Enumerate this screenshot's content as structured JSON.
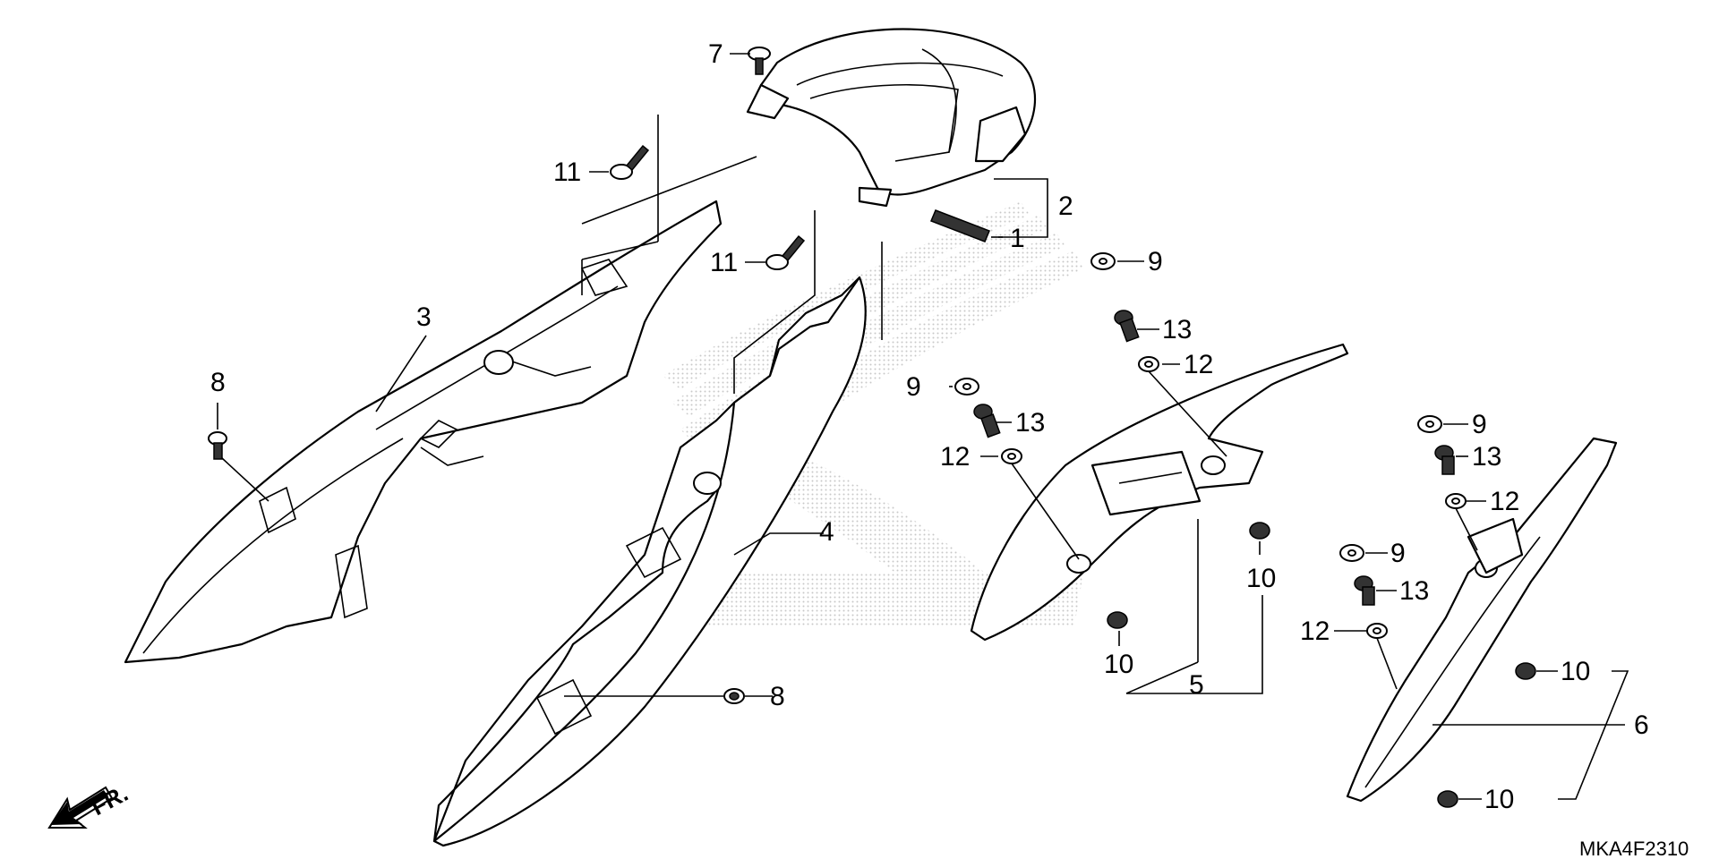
{
  "diagram": {
    "drawing_code": "MKA4F2310",
    "direction_label": "FR.",
    "callouts": {
      "c1": "1",
      "c2": "2",
      "c3": "3",
      "c4": "4",
      "c5": "5",
      "c6": "6",
      "c7": "7",
      "c8a": "8",
      "c8b": "8",
      "c9a": "9",
      "c9b": "9",
      "c9c": "9",
      "c9d": "9",
      "c10a": "10",
      "c10b": "10",
      "c10c": "10",
      "c10d": "10",
      "c11a": "11",
      "c11b": "11",
      "c12a": "12",
      "c12b": "12",
      "c12c": "12",
      "c12d": "12",
      "c13a": "13",
      "c13b": "13",
      "c13c": "13",
      "c13d": "13"
    },
    "colors": {
      "line": "#000000",
      "watermark": "#cccccc",
      "background": "#ffffff"
    }
  }
}
